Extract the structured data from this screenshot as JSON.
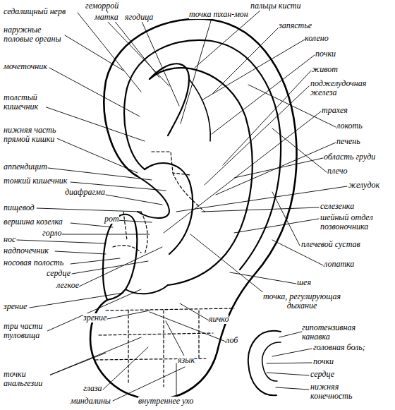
{
  "diagram": {
    "labels": [
      "седалищный нерв",
      "геморрой",
      "матка",
      "ягодица",
      "точка тхан-мон",
      "пальцы кисти",
      "наружные половые органы",
      "запястье",
      "колено",
      "почки",
      "живот",
      "мочеточник",
      "поджелудочная железа",
      "толстый кишечник",
      "трахея",
      "локоть",
      "нижняя часть прямой кишки",
      "печень",
      "область груди",
      "аппендицит",
      "плечо",
      "тонкий кишечник",
      "желудок",
      "диафрагма",
      "пищевод",
      "селезенка",
      "рот",
      "вершина козелка",
      "шейный отдел позвоночника",
      "горло",
      "нос",
      "надпочечник",
      "плечевой сустав",
      "носовая полость",
      "сердце",
      "лопатка",
      "легкое",
      "шея",
      "точка, регулирующая дыхание",
      "зрение",
      "зрение",
      "яичко",
      "гипотензивная канавка",
      "три части туловища",
      "лоб",
      "головная боль;",
      "язык",
      "почки",
      "сердце",
      "точки анальгезии",
      "нижняя конечность",
      "глаза",
      "миндалины",
      "внутреннее ухо"
    ]
  }
}
